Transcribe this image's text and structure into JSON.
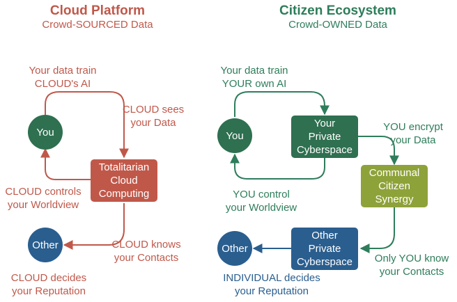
{
  "colors": {
    "cloud": "#c0584a",
    "you": "#2e7050",
    "green": "#2e7d5b",
    "olive": "#8ea23a",
    "blue": "#2a5e8f"
  },
  "left": {
    "title": "Cloud Platform",
    "subtitle": "Crowd-SOURCED Data",
    "you_node": "You",
    "cloud_node": [
      "Totalitarian",
      "Cloud",
      "Computing"
    ],
    "other_node": "Other",
    "label_train": [
      "Your data train",
      "CLOUD's AI"
    ],
    "label_sees": [
      "CLOUD sees",
      "your Data"
    ],
    "label_controls": [
      "CLOUD controls",
      "your Worldview"
    ],
    "label_knows": [
      "CLOUD knows",
      "your Contacts"
    ],
    "label_decides": [
      "CLOUD decides",
      "your Reputation"
    ]
  },
  "right": {
    "title": "Citizen Ecosystem",
    "subtitle": "Crowd-OWNED Data",
    "you_node": "You",
    "private_node": [
      "Your",
      "Private",
      "Cyberspace"
    ],
    "communal_node": [
      "Communal",
      "Citizen",
      "Synergy"
    ],
    "other_private_node": [
      "Other",
      "Private",
      "Cyberspace"
    ],
    "other_node": "Other",
    "label_train": [
      "Your data train",
      "YOUR own AI"
    ],
    "label_encrypt": [
      "YOU encrypt",
      "your Data"
    ],
    "label_control": [
      "YOU control",
      "your Worldview"
    ],
    "label_know": [
      "Only YOU know",
      "your Contacts"
    ],
    "label_decides": [
      "INDIVIDUAL decides",
      "your Reputation"
    ]
  }
}
